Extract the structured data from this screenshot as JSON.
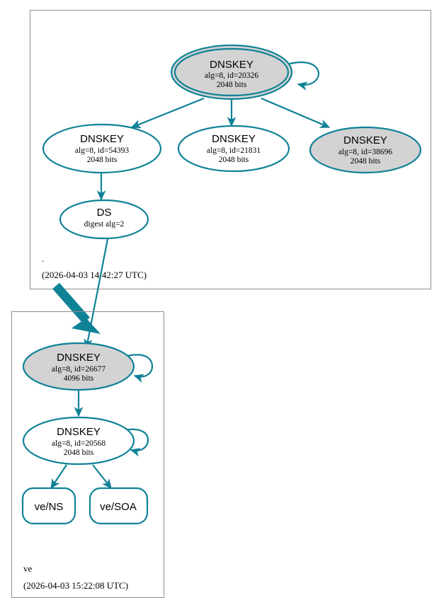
{
  "diagram": {
    "type": "dnssec-authentication-chain",
    "colors": {
      "edge": "#0f8296",
      "node_stroke": "#0f8296",
      "sep_fill": "#d3d3d3",
      "plain_fill": "#ffffff",
      "cluster_border": "#8c8c8c",
      "text": "#000000",
      "background": "#ffffff"
    },
    "zones": [
      {
        "id": "zone-root",
        "name": ".",
        "timestamp": "(2026-04-03 14:42:27 UTC)",
        "nodes": [
          {
            "id": "root-ksk-20326",
            "kind": "DNSKEY",
            "title": "DNSKEY",
            "line2": "alg=8, id=20326",
            "line3": "2048 bits",
            "sep": true,
            "trust_anchor": true,
            "self_signed": true
          },
          {
            "id": "root-zsk-54393",
            "kind": "DNSKEY",
            "title": "DNSKEY",
            "line2": "alg=8, id=54393",
            "line3": "2048 bits",
            "sep": false,
            "trust_anchor": false,
            "self_signed": false
          },
          {
            "id": "root-zsk-21831",
            "kind": "DNSKEY",
            "title": "DNSKEY",
            "line2": "alg=8, id=21831",
            "line3": "2048 bits",
            "sep": false,
            "trust_anchor": false,
            "self_signed": false
          },
          {
            "id": "root-ksk-38696",
            "kind": "DNSKEY",
            "title": "DNSKEY",
            "line2": "alg=8, id=38696",
            "line3": "2048 bits",
            "sep": true,
            "trust_anchor": false,
            "self_signed": false
          },
          {
            "id": "root-ds",
            "kind": "DS",
            "title": "DS",
            "line2": "digest alg=2",
            "line3": "",
            "sep": false,
            "trust_anchor": false,
            "self_signed": false
          }
        ]
      },
      {
        "id": "zone-ve",
        "name": "ve",
        "timestamp": "(2026-04-03 15:22:08 UTC)",
        "nodes": [
          {
            "id": "ve-ksk-26677",
            "kind": "DNSKEY",
            "title": "DNSKEY",
            "line2": "alg=8, id=26677",
            "line3": "4096 bits",
            "sep": true,
            "trust_anchor": false,
            "self_signed": true
          },
          {
            "id": "ve-zsk-20568",
            "kind": "DNSKEY",
            "title": "DNSKEY",
            "line2": "alg=8, id=20568",
            "line3": "2048 bits",
            "sep": false,
            "trust_anchor": false,
            "self_signed": true
          }
        ],
        "rrsets": [
          {
            "id": "ve-ns",
            "label": "ve/NS"
          },
          {
            "id": "ve-soa",
            "label": "ve/SOA"
          }
        ]
      }
    ],
    "edges": [
      {
        "from": "root-ksk-20326",
        "to": "root-ksk-20326",
        "kind": "self-sign"
      },
      {
        "from": "root-ksk-20326",
        "to": "root-zsk-54393",
        "kind": "sign"
      },
      {
        "from": "root-ksk-20326",
        "to": "root-zsk-21831",
        "kind": "sign"
      },
      {
        "from": "root-ksk-20326",
        "to": "root-ksk-38696",
        "kind": "sign"
      },
      {
        "from": "root-zsk-54393",
        "to": "root-ds",
        "kind": "sign"
      },
      {
        "from": "root-ds",
        "to": "ve-ksk-26677",
        "kind": "ds-to-dnskey"
      },
      {
        "from": "zone-root",
        "to": "zone-ve",
        "kind": "delegation"
      },
      {
        "from": "ve-ksk-26677",
        "to": "ve-ksk-26677",
        "kind": "self-sign"
      },
      {
        "from": "ve-ksk-26677",
        "to": "ve-zsk-20568",
        "kind": "sign"
      },
      {
        "from": "ve-zsk-20568",
        "to": "ve-zsk-20568",
        "kind": "self-sign"
      },
      {
        "from": "ve-zsk-20568",
        "to": "ve-ns",
        "kind": "sign"
      },
      {
        "from": "ve-zsk-20568",
        "to": "ve-soa",
        "kind": "sign"
      }
    ]
  }
}
